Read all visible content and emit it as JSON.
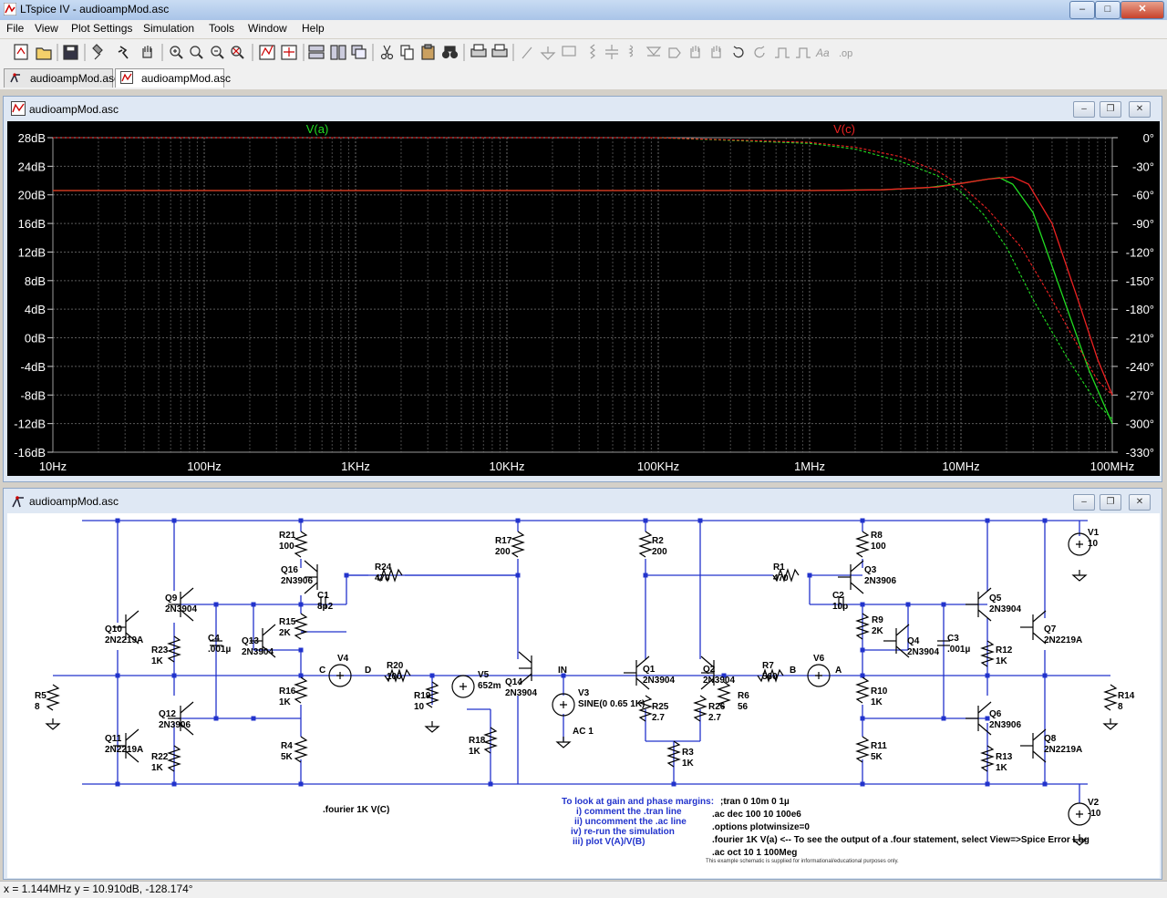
{
  "window": {
    "title": "LTspice IV - audioampMod.asc"
  },
  "menu": [
    "File",
    "View",
    "Plot Settings",
    "Simulation",
    "Tools",
    "Window",
    "Help"
  ],
  "tabs": [
    {
      "label": "audioampMod.asc"
    },
    {
      "label": "audioampMod.asc"
    }
  ],
  "plot_window": {
    "title": "audioampMod.asc"
  },
  "schematic_window": {
    "title": "audioampMod.asc"
  },
  "status": {
    "text": "x = 1.144MHz    y = 10.910dB, -128.174°"
  },
  "chart_data": {
    "type": "line",
    "xscale": "log",
    "x_ticks": [
      "10Hz",
      "100Hz",
      "1KHz",
      "10KHz",
      "100KHz",
      "1MHz",
      "10MHz",
      "100MHz"
    ],
    "y_left_ticks": [
      "28dB",
      "24dB",
      "20dB",
      "16dB",
      "12dB",
      "8dB",
      "4dB",
      "0dB",
      "-4dB",
      "-8dB",
      "-12dB",
      "-16dB"
    ],
    "y_right_ticks": [
      "0°",
      "-30°",
      "-60°",
      "-90°",
      "-120°",
      "-150°",
      "-180°",
      "-210°",
      "-240°",
      "-270°",
      "-300°",
      "-330°"
    ],
    "ylim_db": [
      -16,
      28
    ],
    "ylim_phase": [
      -330,
      0
    ],
    "xlim_hz": [
      10,
      100000000
    ],
    "grid": true,
    "series": [
      {
        "name": "V(a)",
        "color": "#22dd22",
        "magnitude": [
          [
            10,
            20.6
          ],
          [
            100000,
            20.6
          ],
          [
            1000000,
            20.6
          ],
          [
            3000000,
            20.7
          ],
          [
            6000000,
            21.0
          ],
          [
            10000000,
            21.6
          ],
          [
            15000000,
            22.2
          ],
          [
            18000000,
            22.4
          ],
          [
            22000000,
            21.5
          ],
          [
            30000000,
            17.5
          ],
          [
            45000000,
            7
          ],
          [
            70000000,
            -4.5
          ],
          [
            100000000,
            -12
          ]
        ],
        "phase": [
          [
            10,
            0
          ],
          [
            100000,
            0
          ],
          [
            1000000,
            -6
          ],
          [
            2000000,
            -12
          ],
          [
            4000000,
            -25
          ],
          [
            7000000,
            -40
          ],
          [
            10000000,
            -57
          ],
          [
            14000000,
            -80
          ],
          [
            20000000,
            -115
          ],
          [
            30000000,
            -170
          ],
          [
            50000000,
            -230
          ],
          [
            80000000,
            -280
          ],
          [
            100000000,
            -295
          ]
        ]
      },
      {
        "name": "V(c)",
        "color": "#ee2222",
        "magnitude": [
          [
            10,
            20.6
          ],
          [
            100000,
            20.6
          ],
          [
            1000000,
            20.6
          ],
          [
            3000000,
            20.7
          ],
          [
            7000000,
            21.1
          ],
          [
            10000000,
            21.6
          ],
          [
            15000000,
            22.2
          ],
          [
            22000000,
            22.5
          ],
          [
            28000000,
            21.5
          ],
          [
            40000000,
            16
          ],
          [
            60000000,
            5
          ],
          [
            80000000,
            -3
          ],
          [
            100000000,
            -8
          ]
        ],
        "phase": [
          [
            10,
            0
          ],
          [
            100000,
            0
          ],
          [
            1000000,
            -5
          ],
          [
            2000000,
            -10
          ],
          [
            4000000,
            -20
          ],
          [
            7000000,
            -35
          ],
          [
            10000000,
            -50
          ],
          [
            15000000,
            -75
          ],
          [
            25000000,
            -115
          ],
          [
            40000000,
            -170
          ],
          [
            60000000,
            -220
          ],
          [
            80000000,
            -255
          ],
          [
            100000000,
            -270
          ]
        ]
      }
    ]
  },
  "schematic": {
    "components": [
      {
        "ref": "R21",
        "value": "100"
      },
      {
        "ref": "Q16",
        "value": "2N3906"
      },
      {
        "ref": "C1",
        "value": "8p2"
      },
      {
        "ref": "R24",
        "value": "470"
      },
      {
        "ref": "R17",
        "value": "200"
      },
      {
        "ref": "R2",
        "value": "200"
      },
      {
        "ref": "R1",
        "value": "470"
      },
      {
        "ref": "Q3",
        "value": "2N3906"
      },
      {
        "ref": "R8",
        "value": "100"
      },
      {
        "ref": "C2",
        "value": "10p"
      },
      {
        "ref": "V1",
        "value": "10"
      },
      {
        "ref": "Q9",
        "value": "2N3904"
      },
      {
        "ref": "Q10",
        "value": "2N2219A"
      },
      {
        "ref": "R23",
        "value": "1K"
      },
      {
        "ref": "C4",
        "value": ".001µ"
      },
      {
        "ref": "Q13",
        "value": "2N3904"
      },
      {
        "ref": "R15",
        "value": "2K"
      },
      {
        "ref": "R16",
        "value": "1K"
      },
      {
        "ref": "R4",
        "value": "5K"
      },
      {
        "ref": "Q12",
        "value": "2N3906"
      },
      {
        "ref": "Q11",
        "value": "2N2219A"
      },
      {
        "ref": "R22",
        "value": "1K"
      },
      {
        "ref": "R5",
        "value": "8"
      },
      {
        "ref": "V4",
        "value": ""
      },
      {
        "ref": "R20",
        "value": "100"
      },
      {
        "ref": "R19",
        "value": "10"
      },
      {
        "ref": "V5",
        "value": "652m"
      },
      {
        "ref": "R18",
        "value": "1K"
      },
      {
        "ref": "Q14",
        "value": "2N3904"
      },
      {
        "ref": "V3",
        "value": "SINE(0 0.65 1K)"
      },
      {
        "ref": "Q1",
        "value": "2N3904"
      },
      {
        "ref": "R25",
        "value": "2.7"
      },
      {
        "ref": "Q2",
        "value": "2N3904"
      },
      {
        "ref": "R26",
        "value": "2.7"
      },
      {
        "ref": "R6",
        "value": "56"
      },
      {
        "ref": "R3",
        "value": "1K"
      },
      {
        "ref": "R7",
        "value": "560"
      },
      {
        "ref": "V6",
        "value": ""
      },
      {
        "ref": "R9",
        "value": "2K"
      },
      {
        "ref": "Q4",
        "value": "2N3904"
      },
      {
        "ref": "C3",
        "value": ".001µ"
      },
      {
        "ref": "R10",
        "value": "1K"
      },
      {
        "ref": "R11",
        "value": "5K"
      },
      {
        "ref": "Q5",
        "value": "2N3904"
      },
      {
        "ref": "R12",
        "value": "1K"
      },
      {
        "ref": "Q7",
        "value": "2N2219A"
      },
      {
        "ref": "Q6",
        "value": "2N3906"
      },
      {
        "ref": "R13",
        "value": "1K"
      },
      {
        "ref": "Q8",
        "value": "2N2219A"
      },
      {
        "ref": "R14",
        "value": "8"
      },
      {
        "ref": "V2",
        "value": "-10"
      }
    ],
    "net_labels": [
      "C",
      "D",
      "IN",
      "B",
      "A"
    ],
    "v3_ac": "AC 1",
    "fourier": ".fourier 1K V(C)",
    "notes": [
      "To look at gain and phase margins:",
      "i) comment the .tran line",
      "ii) uncomment the .ac line",
      "iv) re-run the simulation",
      "iii) plot V(A)/V(B)"
    ],
    "directives": [
      ";tran 0 10m 0 1µ",
      ".ac dec 100 10 100e6",
      ".options plotwinsize=0",
      ".fourier 1K V(a) <-- To see the output of a .four statement, select View=>Spice Error Log",
      ".ac oct 10 1 100Meg"
    ],
    "disclaimer": "This example schematic is supplied for informational/educational purposes only."
  }
}
